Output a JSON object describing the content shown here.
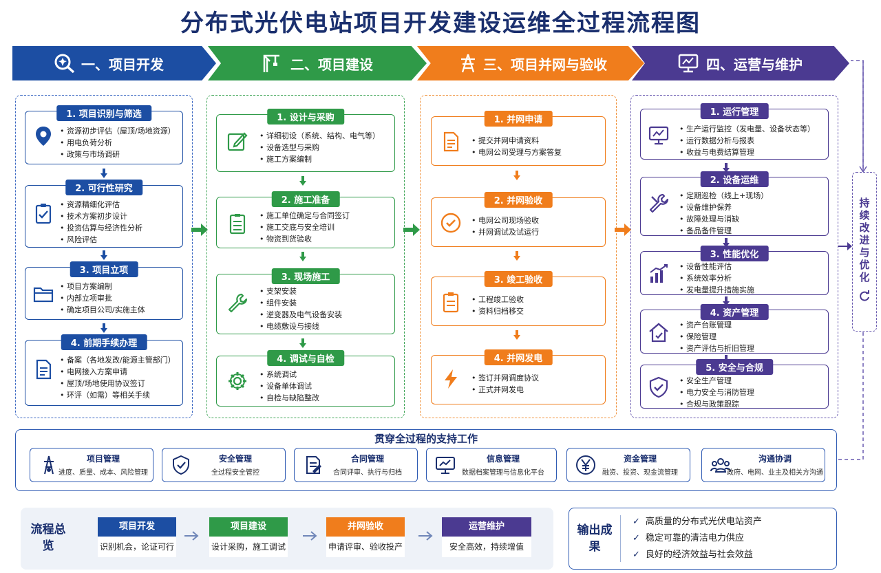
{
  "title": "分布式光伏电站项目开发建设运维全过程流程图",
  "phases": [
    {
      "label": "一、项目开发",
      "color": "#1c4ea3"
    },
    {
      "label": "二、项目建设",
      "color": "#2f9a48"
    },
    {
      "label": "三、项目并网与验收",
      "color": "#f07d1c"
    },
    {
      "label": "四、运营与维护",
      "color": "#4b3a91"
    }
  ],
  "dev": [
    {
      "title": "1. 项目识别与筛选",
      "icon": "location-pin-icon",
      "items": [
        "资源初步评估（屋顶/场地资源）",
        "用电负荷分析",
        "政策与市场调研"
      ]
    },
    {
      "title": "2. 可行性研究",
      "icon": "clipboard-check-icon",
      "items": [
        "资源精细化评估",
        "技术方案初步设计",
        "投资估算与经济性分析",
        "风险评估"
      ]
    },
    {
      "title": "3. 项目立项",
      "icon": "folder-icon",
      "items": [
        "项目方案编制",
        "内部立项审批",
        "确定项目公司/实施主体"
      ]
    },
    {
      "title": "4. 前期手续办理",
      "icon": "document-icon",
      "items": [
        "备案（各地发改/能源主管部门）",
        "电网接入方案申请",
        "屋顶/场地使用协议签订",
        "环评（如需）等相关手续"
      ]
    }
  ],
  "build": [
    {
      "title": "1. 设计与采购",
      "icon": "edit-icon",
      "items": [
        "详细初设（系统、结构、电气等）",
        "设备选型与采购",
        "施工方案编制"
      ]
    },
    {
      "title": "2. 施工准备",
      "icon": "checklist-icon",
      "items": [
        "施工单位确定与合同签订",
        "施工交底与安全培训",
        "物资到货验收"
      ]
    },
    {
      "title": "3. 现场施工",
      "icon": "wrench-icon",
      "items": [
        "支架安装",
        "组件安装",
        "逆变器及电气设备安装",
        "电缆敷设与接线"
      ]
    },
    {
      "title": "4. 调试与自检",
      "icon": "gear-icon",
      "items": [
        "系统调试",
        "设备单体调试",
        "自检与缺陷整改"
      ]
    }
  ],
  "grid": [
    {
      "title": "1. 并网申请",
      "icon": "document-icon",
      "items": [
        "提交并网申请资料",
        "电网公司受理与方案答复"
      ]
    },
    {
      "title": "2. 并网验收",
      "icon": "check-circle-icon",
      "items": [
        "电网公司现场验收",
        "并网调试及试运行"
      ]
    },
    {
      "title": "3. 竣工验收",
      "icon": "clipboard-icon",
      "items": [
        "工程竣工验收",
        "资料归档移交"
      ]
    },
    {
      "title": "4. 并网发电",
      "icon": "lightning-icon",
      "items": [
        "签订并网调度协议",
        "正式并网发电"
      ]
    }
  ],
  "ops": [
    {
      "title": "1. 运行管理",
      "icon": "monitor-chart-icon",
      "items": [
        "生产运行监控（发电量、设备状态等）",
        "运行数据分析与报表",
        "收益与电费结算管理"
      ]
    },
    {
      "title": "2. 设备运维",
      "icon": "tools-icon",
      "items": [
        "定期巡检（线上+现场）",
        "设备维护保养",
        "故障处理与消缺",
        "备品备件管理"
      ]
    },
    {
      "title": "3. 性能优化",
      "icon": "bar-chart-icon",
      "items": [
        "设备性能评估",
        "系统效率分析",
        "发电量提升措施实施"
      ]
    },
    {
      "title": "4. 资产管理",
      "icon": "house-icon",
      "items": [
        "资产台账管理",
        "保险管理",
        "资产评估与折旧管理"
      ]
    },
    {
      "title": "5. 安全与合规",
      "icon": "shield-check-icon",
      "items": [
        "安全生产管理",
        "电力安全与消防管理",
        "合规与政策跟踪"
      ]
    }
  ],
  "continuous": "持续改进与优化",
  "support": {
    "title": "贯穿全过程的支持工作",
    "items": [
      {
        "name": "项目管理",
        "desc": "进度、质量、成本、风险管理",
        "icon": "tower-icon"
      },
      {
        "name": "安全管理",
        "desc": "全过程安全管控",
        "icon": "shield-check-icon"
      },
      {
        "name": "合同管理",
        "desc": "合同评审、执行与归档",
        "icon": "contract-icon"
      },
      {
        "name": "信息管理",
        "desc": "数据档案管理与信息化平台",
        "icon": "monitor-icon"
      },
      {
        "name": "资金管理",
        "desc": "融资、投资、现金流管理",
        "icon": "yen-icon"
      },
      {
        "name": "沟通协调",
        "desc": "政府、电网、业主及相关方沟通",
        "icon": "people-icon"
      }
    ]
  },
  "summary": {
    "label": "流程总览",
    "steps": [
      {
        "name": "项目开发",
        "desc": "识别机会，论证可行",
        "color": "#1c4ea3"
      },
      {
        "name": "项目建设",
        "desc": "设计采购，施工调试",
        "color": "#2f9a48"
      },
      {
        "name": "并网验收",
        "desc": "申请评审、验收投产",
        "color": "#f07d1c"
      },
      {
        "name": "运营维护",
        "desc": "安全高效，持续增值",
        "color": "#4b3a91"
      }
    ]
  },
  "output": {
    "label": "输出成果",
    "items": [
      "高质量的分布式光伏电站资产",
      "稳定可靠的清洁电力供应",
      "良好的经济效益与社会效益"
    ]
  }
}
